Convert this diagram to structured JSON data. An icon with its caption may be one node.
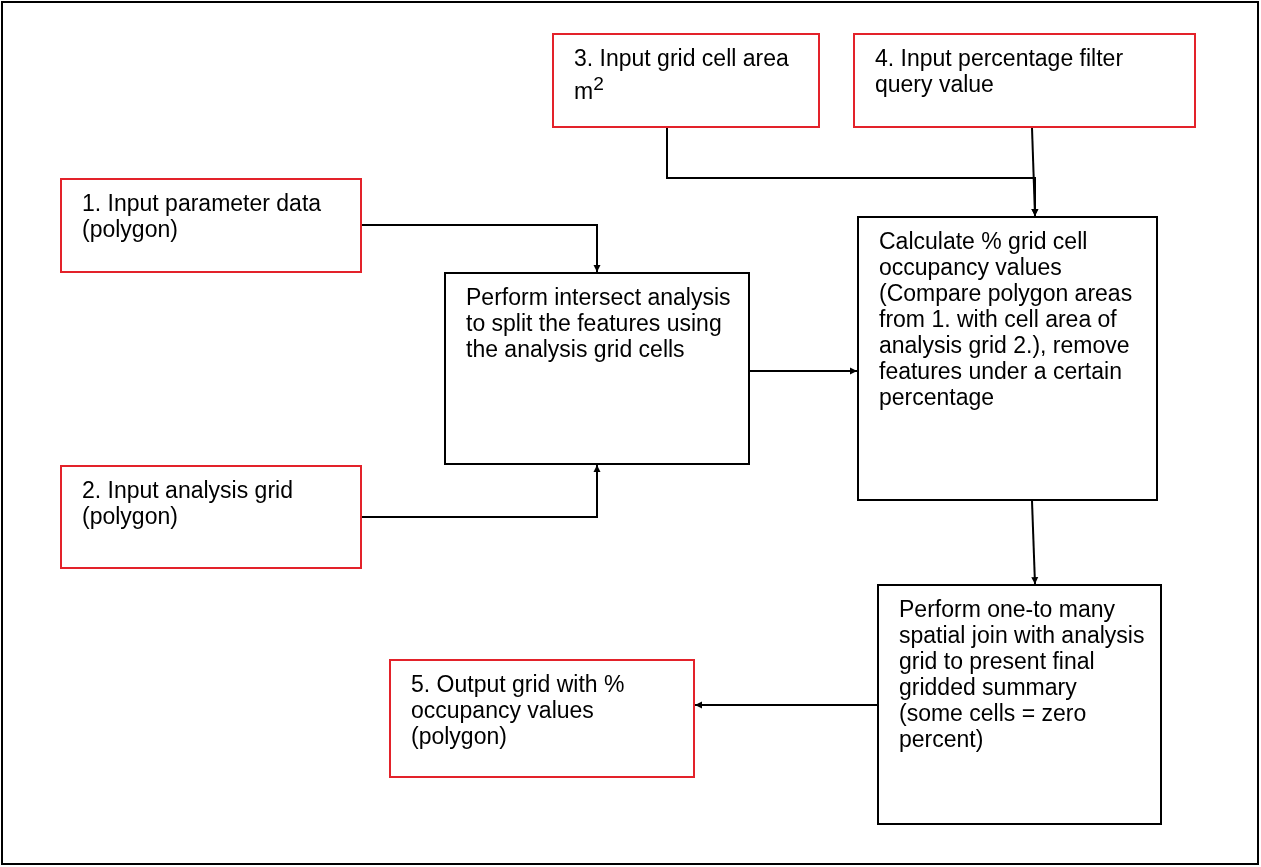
{
  "diagram": {
    "nodes": [
      {
        "text": [
          "3. Input grid cell area m$^{2}$"
        ]
      },
      {
        "text": [
          "4. Input percentage filter query value"
        ]
      },
      {
        "text": [
          "1. Input parameter data (polygon)"
        ]
      },
      {
        "text": [
          "Calculate % grid cell occupancy values (Compare polygon areas from 1. with cell area of analysis grid 2.), remove features under a certain percentage"
        ]
      },
      {
        "text": [
          "Perform intersect analysis to split the features using the analysis grid cells"
        ]
      },
      {
        "text": [
          "2. Input analysis grid (polygon)"
        ]
      },
      {
        "text": [
          "Perform one-to many spatial join with analysis grid to present final gridded summary (some cells = zero percent)"
        ]
      },
      {
        "text": [
          "5. Output grid with % occupancy values (polygon)"
        ]
      }
    ],
    "edges": [
      {
        "from": 0,
        "to": 3,
        "arrow": "to"
      },
      {
        "from": 1,
        "to": 3,
        "arrow": "to"
      },
      {
        "from": 2,
        "to": 4,
        "arrow": "to"
      },
      {
        "from": 5,
        "to": 4,
        "arrow": "to"
      },
      {
        "from": 4,
        "to": 3,
        "arrow": "to"
      },
      {
        "from": 3,
        "to": 6,
        "arrow": "to"
      },
      {
        "from": 6,
        "to": 7,
        "arrow": "to"
      }
    ]
  }
}
